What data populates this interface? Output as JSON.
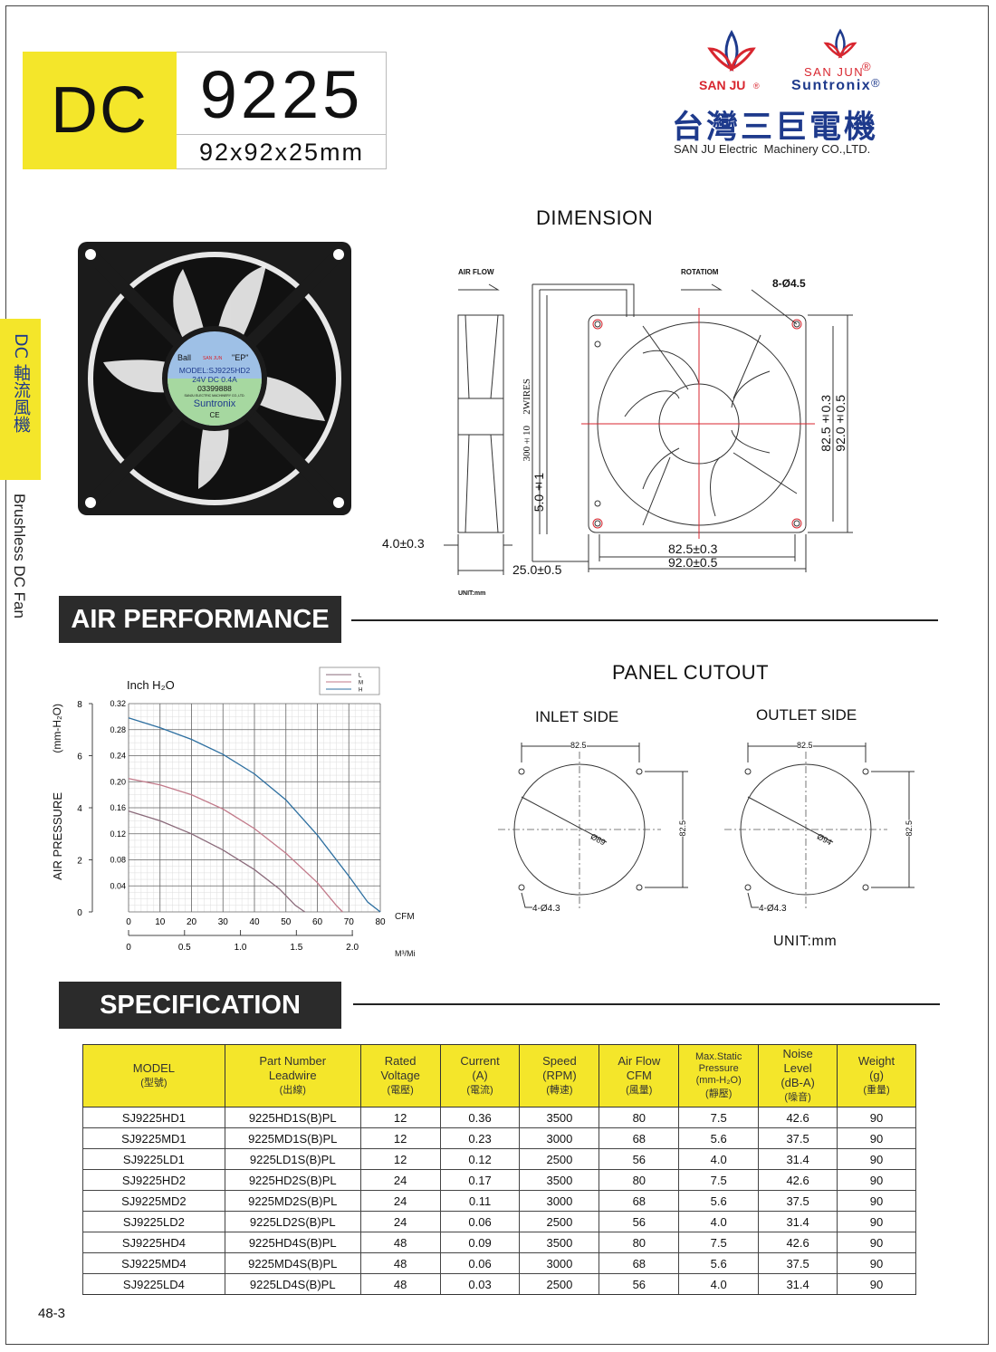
{
  "header": {
    "series": "DC",
    "model": "9225",
    "dimensions": "92x92x25mm"
  },
  "brand": {
    "logo1": "SAN JU",
    "logo1_mark": "®",
    "logo2_top": "SAN JUN",
    "logo2_bottom": "Suntronix",
    "logo2_mark": "®",
    "company_cn": "台灣三巨電機",
    "company_en": "SAN JU Electric  Machinery CO.,LTD."
  },
  "sidebar": {
    "cn": "DC 軸流風機",
    "en": "Brushless DC Fan"
  },
  "fan_label": {
    "bearing": "Ball",
    "ep": "\"EP\"",
    "logo": "SAN JUN",
    "model": "MODEL:SJ9225HD2",
    "rating": "24V  DC  0.4A",
    "serial": "03399888",
    "company": "SANJU ELECTRIC MACHINERY CO.,LTD.",
    "brand": "Suntronix",
    "ce": "CE"
  },
  "dimension": {
    "title": "DIMENSION",
    "air_flow": "AIR FLOW",
    "rotation": "ROTATIOM",
    "holes": "8-Ø4.5",
    "thickness": "4.0±0.3",
    "depth": "25.0±0.5",
    "wire_len": "300±10",
    "wire": "2WIRES",
    "wire_strip": "5.0±1",
    "w1": "82.5±0.3",
    "w2": "92.0±0.5",
    "h1": "82.5±0.3",
    "h2": "92.0±0.5",
    "unit": "UNIT:mm"
  },
  "sections": {
    "air_performance": "AIR PERFORMANCE",
    "specification": "SPECIFICATION"
  },
  "chart_data": {
    "type": "line",
    "xlabel": "CFM",
    "x_ticks": [
      0,
      10,
      20,
      30,
      40,
      50,
      60,
      70,
      80
    ],
    "xlim": [
      0,
      80
    ],
    "x2label": "M³/Mi",
    "x2_ticks": [
      "0",
      "0.5",
      "1.0",
      "1.5",
      "2.0"
    ],
    "ylabel_left": "AIR PRESSURE",
    "ylabel_left_unit": "(mm-H₂O)",
    "y_left_ticks": [
      0,
      2,
      4,
      6,
      8
    ],
    "ylabel_right": "Inch H₂O",
    "y_right_ticks": [
      "0.04",
      "0.08",
      "0.12",
      "0.16",
      "0.20",
      "0.24",
      "0.28",
      "0.32"
    ],
    "ylim": [
      0,
      0.32
    ],
    "legend": [
      "L",
      "M",
      "H"
    ],
    "series": [
      {
        "name": "L",
        "color": "#8a6a7a",
        "points": [
          [
            0,
            0.155
          ],
          [
            10,
            0.14
          ],
          [
            20,
            0.12
          ],
          [
            30,
            0.095
          ],
          [
            40,
            0.065
          ],
          [
            48,
            0.035
          ],
          [
            53,
            0.01
          ],
          [
            56,
            0
          ]
        ]
      },
      {
        "name": "M",
        "color": "#c27a8a",
        "points": [
          [
            0,
            0.205
          ],
          [
            10,
            0.195
          ],
          [
            20,
            0.18
          ],
          [
            30,
            0.158
          ],
          [
            40,
            0.128
          ],
          [
            50,
            0.09
          ],
          [
            60,
            0.045
          ],
          [
            66,
            0.01
          ],
          [
            68,
            0
          ]
        ]
      },
      {
        "name": "H",
        "color": "#2d6fa0",
        "points": [
          [
            0,
            0.298
          ],
          [
            10,
            0.283
          ],
          [
            20,
            0.265
          ],
          [
            30,
            0.242
          ],
          [
            40,
            0.212
          ],
          [
            50,
            0.172
          ],
          [
            60,
            0.118
          ],
          [
            70,
            0.055
          ],
          [
            76,
            0.015
          ],
          [
            80,
            0
          ]
        ]
      }
    ]
  },
  "panel": {
    "title": "PANEL CUTOUT",
    "inlet": "INLET SIDE",
    "outlet": "OUTLET SIDE",
    "span": "82.5",
    "inlet_dia": "Ø89",
    "outlet_dia": "Ø94",
    "holes": "4-Ø4.3",
    "unit": "UNIT:mm"
  },
  "spec": {
    "headers": [
      {
        "en": "MODEL",
        "cn": "(型號)"
      },
      {
        "en": "Part Number\nLeadwire",
        "cn": "(出線)"
      },
      {
        "en": "Rated\nVoltage",
        "cn": "(電壓)"
      },
      {
        "en": "Current\n(A)",
        "cn": "(電流)"
      },
      {
        "en": "Speed\n(RPM)",
        "cn": "(轉速)"
      },
      {
        "en": "Air Flow\nCFM",
        "cn": "(風量)"
      },
      {
        "en": "Max.Static\nPressure\n(mm-H₂O)",
        "cn": "(靜壓)"
      },
      {
        "en": "Noise\nLevel\n(dB-A)",
        "cn": "(噪音)"
      },
      {
        "en": "Weight\n(g)",
        "cn": "(重量)"
      }
    ],
    "rows": [
      [
        "SJ9225HD1",
        "9225HD1S(B)PL",
        "12",
        "0.36",
        "3500",
        "80",
        "7.5",
        "42.6",
        "90"
      ],
      [
        "SJ9225MD1",
        "9225MD1S(B)PL",
        "12",
        "0.23",
        "3000",
        "68",
        "5.6",
        "37.5",
        "90"
      ],
      [
        "SJ9225LD1",
        "9225LD1S(B)PL",
        "12",
        "0.12",
        "2500",
        "56",
        "4.0",
        "31.4",
        "90"
      ],
      [
        "SJ9225HD2",
        "9225HD2S(B)PL",
        "24",
        "0.17",
        "3500",
        "80",
        "7.5",
        "42.6",
        "90"
      ],
      [
        "SJ9225MD2",
        "9225MD2S(B)PL",
        "24",
        "0.11",
        "3000",
        "68",
        "5.6",
        "37.5",
        "90"
      ],
      [
        "SJ9225LD2",
        "9225LD2S(B)PL",
        "24",
        "0.06",
        "2500",
        "56",
        "4.0",
        "31.4",
        "90"
      ],
      [
        "SJ9225HD4",
        "9225HD4S(B)PL",
        "48",
        "0.09",
        "3500",
        "80",
        "7.5",
        "42.6",
        "90"
      ],
      [
        "SJ9225MD4",
        "9225MD4S(B)PL",
        "48",
        "0.06",
        "3000",
        "68",
        "5.6",
        "37.5",
        "90"
      ],
      [
        "SJ9225LD4",
        "9225LD4S(B)PL",
        "48",
        "0.03",
        "2500",
        "56",
        "4.0",
        "31.4",
        "90"
      ]
    ]
  },
  "footer": {
    "page": "48-3"
  },
  "colors": {
    "yellow": "#f4e62a",
    "dark": "#2b2b2b",
    "brand_red": "#d8262f",
    "brand_blue": "#1e3a8c"
  }
}
